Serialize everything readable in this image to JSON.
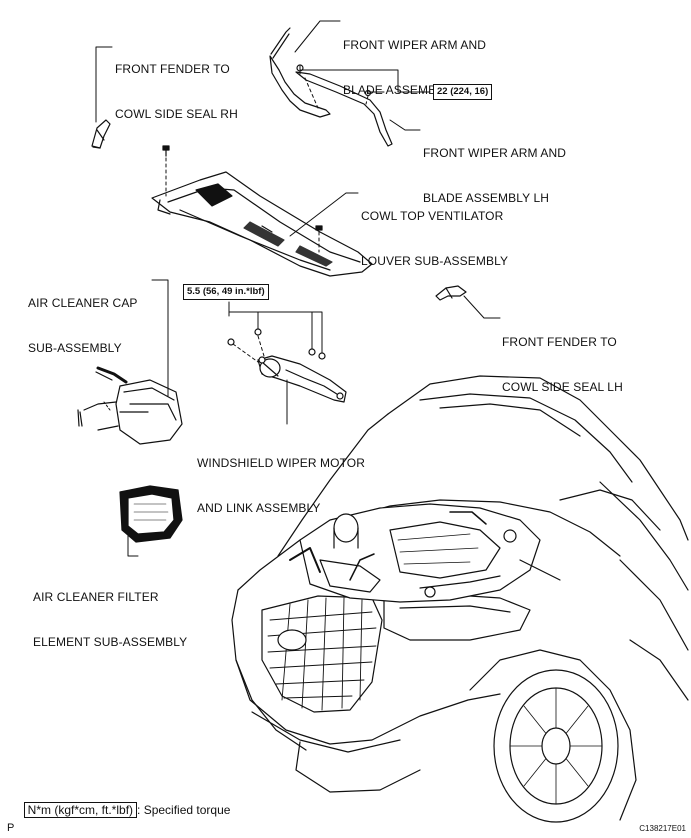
{
  "labels": {
    "fender_seal_rh": [
      "FRONT FENDER TO",
      "COWL SIDE SEAL RH"
    ],
    "wiper_arm_rh": [
      "FRONT WIPER ARM AND",
      "BLADE ASSEMBLY RH"
    ],
    "wiper_arm_lh": [
      "FRONT WIPER ARM AND",
      "BLADE ASSEMBLY LH"
    ],
    "cowl_louver": [
      "COWL TOP VENTILATOR",
      "LOUVER SUB-ASSEMBLY"
    ],
    "air_cleaner_cap": [
      "AIR CLEANER CAP",
      "SUB-ASSEMBLY"
    ],
    "fender_seal_lh": [
      "FRONT FENDER TO",
      "COWL SIDE SEAL LH"
    ],
    "wiper_motor": [
      "WINDSHIELD WIPER MOTOR",
      "AND LINK ASSEMBLY"
    ],
    "air_filter": [
      "AIR CLEANER FILTER",
      "ELEMENT SUB-ASSEMBLY"
    ]
  },
  "torques": {
    "wiper_arm_nut": "22 (224, 16)",
    "wiper_motor_bolt": "5.5 (56, 49 in.*lbf)"
  },
  "legend": {
    "key": "N*m (kgf*cm, ft.*lbf)",
    "description": ": Specified torque"
  },
  "figure_code": "C138217E01",
  "page_mark": "P"
}
